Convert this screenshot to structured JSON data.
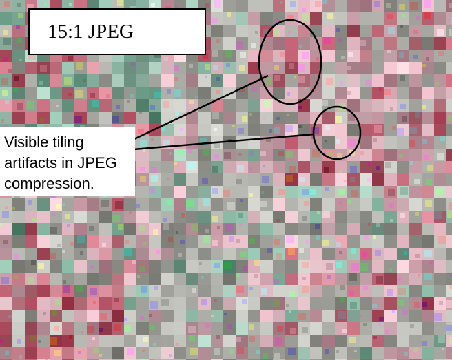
{
  "title_label": "15:1 JPEG",
  "callout": {
    "lines": [
      "Visible tiling",
      "artifacts in JPEG",
      "compression."
    ]
  },
  "colors": {
    "label_background": "#ffffff",
    "ink": "#000000",
    "gray_tone": "#9a9a94",
    "green_tone": "#6fa08c",
    "red_tone": "#b04a5e",
    "pink_tone": "#c99aa6"
  }
}
